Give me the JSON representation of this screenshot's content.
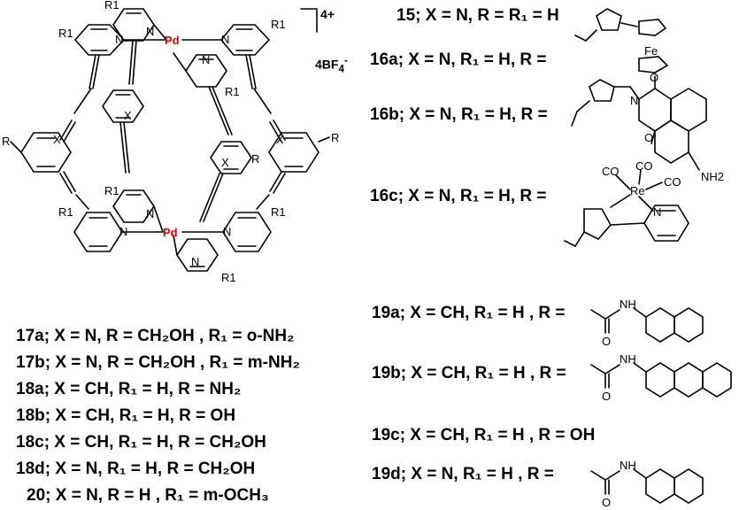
{
  "cage": {
    "charge": "4+",
    "counterion_main": "4BF",
    "counterion_sub": "4",
    "counterion_sup": "-",
    "metal": "Pd",
    "atom_n": "N",
    "atom_x": "X",
    "atom_r": "R",
    "atom_r1": "R1"
  },
  "substituent_atoms": {
    "fe": "Fe",
    "re": "Re",
    "co": "CO",
    "nh2": "NH2",
    "nh": "NH",
    "o": "O",
    "n": "N"
  },
  "right_labels": {
    "l15": "15;  X = N, R = R₁ = H",
    "l16a": "16a; X = N, R₁ = H, R =",
    "l16b": "16b; X = N, R₁ = H, R =",
    "l16c": "16c; X = N, R₁ = H, R =",
    "l19a": "19a; X = CH, R₁ = H , R =",
    "l19b": "19b; X = CH, R₁ = H , R =",
    "l19c": "19c; X = CH, R₁ = H , R = OH",
    "l19d": "19d; X = N, R₁ = H , R ="
  },
  "left_labels": {
    "l17a": "17a; X = N, R = CH₂OH , R₁ = o-NH₂",
    "l17b": "17b; X = N, R = CH₂OH , R₁ = m-NH₂",
    "l18a": "18a; X = CH, R₁ = H, R = NH₂",
    "l18b": "18b; X = CH, R₁ = H, R = OH",
    "l18c": "18c; X = CH, R₁ = H, R = CH₂OH",
    "l18d": "18d; X = N, R₁ = H, R = CH₂OH",
    "l20": "20; X = N, R = H , R₁ = m-OCH₃"
  }
}
